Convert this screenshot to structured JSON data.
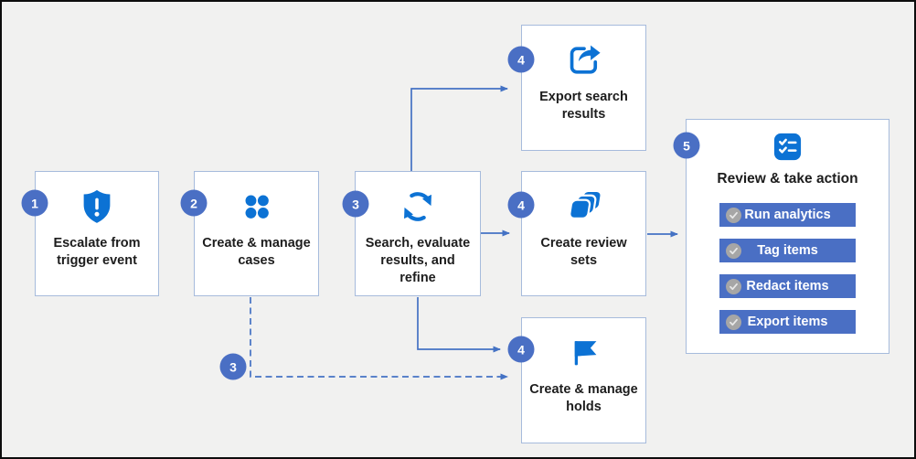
{
  "diagram": {
    "colors": {
      "background": "#f1f1f0",
      "frame_border": "#0d0d0d",
      "box_fill": "#ffffff",
      "box_border": "#a6bbdc",
      "badge_blue": "#4a6fc4",
      "icon_blue": "#0c72d4",
      "button_blue": "#4a6fc4",
      "connector_blue": "#4472c4",
      "check_circle_gray": "#a6a6a6",
      "label_text": "#1d1d1d"
    },
    "steps": [
      {
        "number": "1",
        "label": "Escalate from trigger event",
        "icon": "shield-alert-icon"
      },
      {
        "number": "2",
        "label": "Create & manage cases",
        "icon": "grid-dots-icon"
      },
      {
        "number": "3",
        "label": "Search, evaluate results, and refine",
        "icon": "sync-arrows-icon"
      },
      {
        "number": "4",
        "label": "Export search results",
        "icon": "share-export-icon"
      },
      {
        "number": "4",
        "label": "Create review sets",
        "icon": "review-set-stack-icon"
      },
      {
        "number": "4",
        "label": "Create & manage holds",
        "icon": "hold-flag-icon"
      },
      {
        "number": "5",
        "label": "Review & take action",
        "icon": "checklist-icon"
      }
    ],
    "connector_badge": {
      "number": "3"
    },
    "actions": [
      {
        "label": "Run analytics",
        "icon": "check-circle-icon"
      },
      {
        "label": "Tag items",
        "icon": "check-circle-icon"
      },
      {
        "label": "Redact items",
        "icon": "check-circle-icon"
      },
      {
        "label": "Export items",
        "icon": "check-circle-icon"
      }
    ]
  }
}
